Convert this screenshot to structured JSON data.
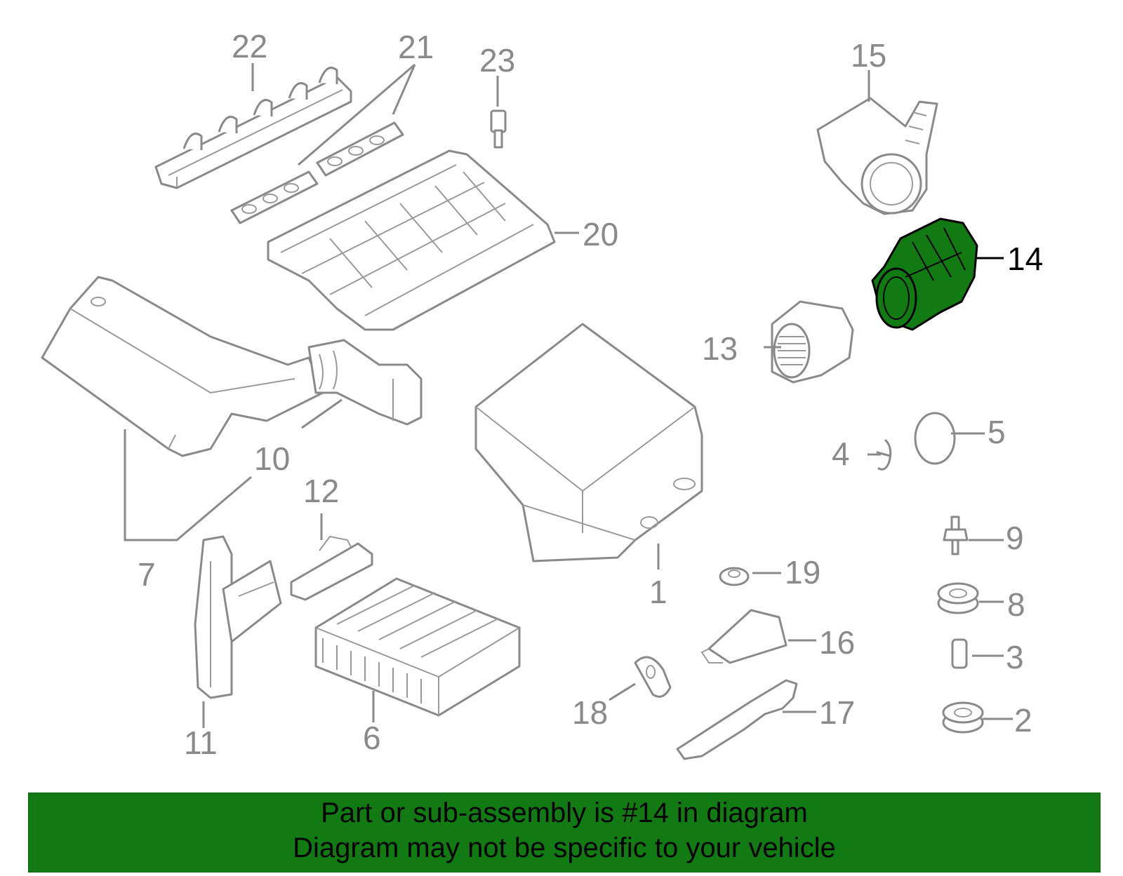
{
  "colors": {
    "highlight_part": "#127a12",
    "banner": "#127a12",
    "line": "#8a8a8a",
    "highlight_text": "#000000"
  },
  "highlighted_part": "14",
  "callouts": {
    "c1": "1",
    "c2": "2",
    "c3": "3",
    "c4": "4",
    "c5": "5",
    "c6": "6",
    "c7": "7",
    "c8": "8",
    "c9": "9",
    "c10": "10",
    "c11": "11",
    "c12": "12",
    "c13": "13",
    "c14": "14",
    "c15": "15",
    "c16": "16",
    "c17": "17",
    "c18": "18",
    "c19": "19",
    "c20": "20",
    "c21": "21",
    "c22": "22",
    "c23": "23"
  },
  "banner": {
    "line1": "Part or sub-assembly is #14 in diagram",
    "line2": "Diagram may not be specific to your vehicle"
  }
}
